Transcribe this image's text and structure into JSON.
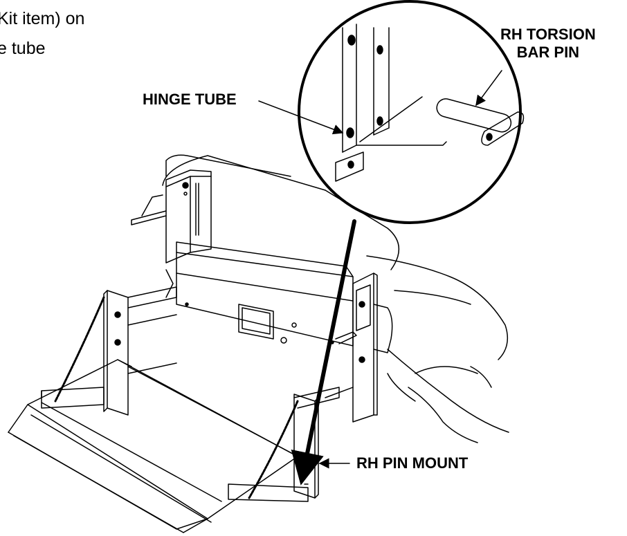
{
  "page_text": {
    "line1": "Kit item) on",
    "line2": "e tube"
  },
  "labels": {
    "hinge_tube": "HINGE TUBE",
    "rh_torsion_bar_pin_line1": "RH TORSION",
    "rh_torsion_bar_pin_line2": "BAR PIN",
    "rh_pin_mount": "RH PIN MOUNT"
  }
}
